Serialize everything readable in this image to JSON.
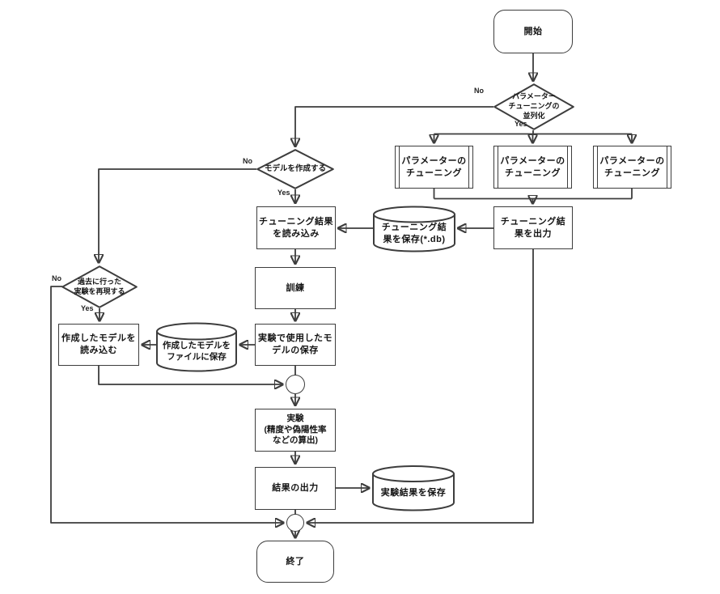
{
  "diagram": {
    "type": "flowchart",
    "colors": {
      "line": "#3d3d3d",
      "node_fill": "#ffffff",
      "text": "#141414",
      "background": "#ffffff"
    },
    "nodes": {
      "start": {
        "shape": "terminal",
        "label": "開始"
      },
      "d_parallel": {
        "shape": "decision",
        "label": "パラメーター\nチューニングの\n並列化"
      },
      "tune_1": {
        "shape": "subroutine",
        "label": "パラメーターの\nチューニング"
      },
      "tune_2": {
        "shape": "subroutine",
        "label": "パラメーターの\nチューニング"
      },
      "tune_3": {
        "shape": "subroutine",
        "label": "パラメーターの\nチューニング"
      },
      "out_tune": {
        "shape": "process",
        "label": "チューニング結\n果を出力"
      },
      "db_tune": {
        "shape": "database",
        "label": "チューニング結\n果を保存(*.db)"
      },
      "load_tune": {
        "shape": "process",
        "label": "チューニング結果\nを読み込み"
      },
      "d_model": {
        "shape": "decision",
        "label": "モデルを作成する"
      },
      "train": {
        "shape": "process",
        "label": "訓練"
      },
      "save_model": {
        "shape": "process",
        "label": "実験で使用したモ\nデルの保存"
      },
      "db_model": {
        "shape": "database",
        "label": "作成したモデルを\nファイルに保存"
      },
      "load_model": {
        "shape": "process",
        "label": "作成したモデルを\n読み込む"
      },
      "d_repro": {
        "shape": "decision",
        "label": "過去に行った\n実験を再現する"
      },
      "experiment": {
        "shape": "process",
        "label": "実験\n(精度や偽陽性率\nなどの算出)"
      },
      "out_result": {
        "shape": "process",
        "label": "結果の出力"
      },
      "db_result": {
        "shape": "database",
        "label": "実験結果を保存"
      },
      "end": {
        "shape": "terminal",
        "label": "終了"
      }
    },
    "edge_labels": {
      "parallel_no": "No",
      "parallel_yes": "Yes",
      "model_no": "No",
      "model_yes": "Yes",
      "repro_no": "No",
      "repro_yes": "Yes"
    }
  }
}
